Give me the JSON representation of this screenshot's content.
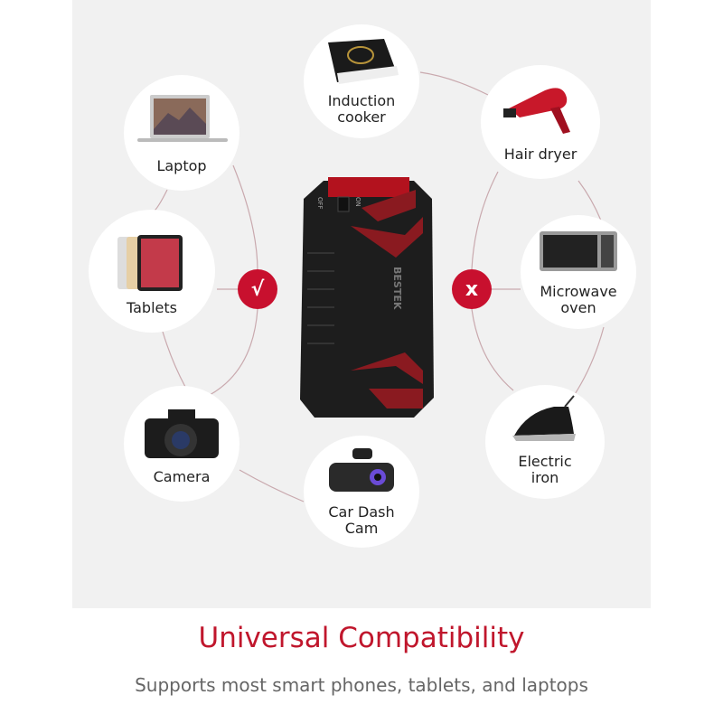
{
  "supported_items": [
    {
      "label": "Laptop"
    },
    {
      "label": "Tablets"
    },
    {
      "label": "Camera"
    },
    {
      "label": "Car Dash Cam"
    }
  ],
  "unsupported_items": [
    {
      "label": "Induction cooker"
    },
    {
      "label": "Hair dryer"
    },
    {
      "label": "Microwave oven"
    },
    {
      "label": "Electric iron"
    }
  ],
  "check_mark": "√",
  "cross_mark": "x",
  "device": {
    "brand": "BESTEK",
    "switch_off": "OFF",
    "switch_on": "ON"
  },
  "title": "Universal Compatibility",
  "subtitle": "Supports most smart phones, tablets, and laptops",
  "colors": {
    "accent": "#c8102e",
    "title": "#c0162c",
    "panel": "#f1f1f1"
  }
}
